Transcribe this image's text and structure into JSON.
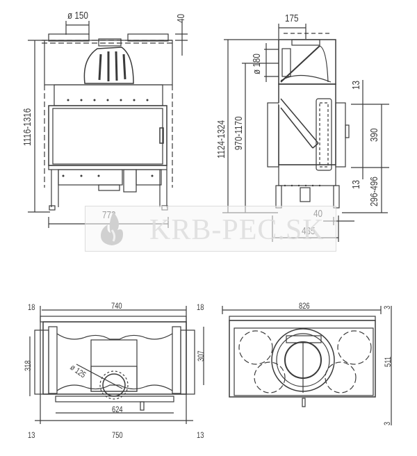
{
  "drawing": {
    "title": "Fireplace insert dimensional drawing",
    "views": {
      "front": {
        "labels": {
          "flue_diameter": "ø 150",
          "top_offset": "40",
          "height_range": "1116-1316",
          "width": "773"
        }
      },
      "side": {
        "labels": {
          "flue_width": "175",
          "flue_diameter": "ø 180",
          "total_height": "1124-1324",
          "hearth_height": "970-1170",
          "vent_top_gap": "13",
          "vent_height": "390",
          "vent_bottom_gap": "13",
          "base_height": "296-496",
          "rear_offset": "40",
          "depth": "435"
        }
      },
      "bottom_left": {
        "labels": {
          "left_overhang": "18",
          "top_width": "740",
          "right_overhang": "18",
          "left_depth": "318",
          "flue_diameter": "ø 125",
          "right_depth": "307",
          "inner_width": "624",
          "bottom_left_gap": "13",
          "bottom_width": "750",
          "bottom_right_gap": "13"
        }
      },
      "bottom_right": {
        "labels": {
          "width": "826",
          "top_gap": "3",
          "depth": "511",
          "bottom_gap": "3"
        }
      }
    },
    "watermark": {
      "text": "KRB-PEC.SK",
      "icon": "flame-icon"
    },
    "colors": {
      "line": "#3a3a3a",
      "background": "#ffffff",
      "watermark": "#dcdcdc"
    }
  }
}
